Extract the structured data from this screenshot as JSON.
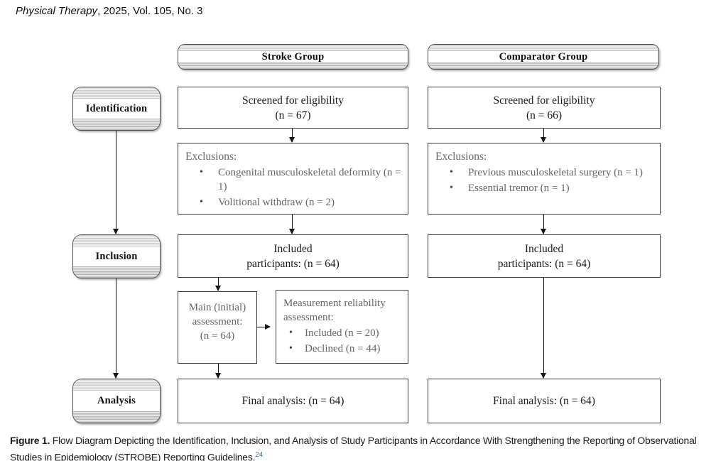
{
  "journal": {
    "title": "Physical Therapy",
    "rest": ", 2025, Vol. 105, No. 3"
  },
  "headers": {
    "stroke": "Stroke Group",
    "comparator": "Comparator Group"
  },
  "stages": [
    {
      "label": "Identification"
    },
    {
      "label": "Inclusion"
    },
    {
      "label": "Analysis"
    }
  ],
  "stroke": {
    "screened": {
      "l1": "Screened for eligibility",
      "l2": "(n = 67)"
    },
    "exclusions": {
      "title": "Exclusions:",
      "items": [
        "Congenital musculoskeletal deformity (n = 1)",
        "Volitional withdraw (n = 2)"
      ]
    },
    "included": {
      "l1": "Included",
      "l2": "participants: (n = 64)"
    },
    "main": {
      "l1": "Main (initial)",
      "l2": "assessment:",
      "l3": "(n = 64)"
    },
    "measurement": {
      "t1": "Measurement reliability",
      "t2": "assessment:",
      "items": [
        "Included (n = 20)",
        "Declined (n = 44)"
      ]
    },
    "final": "Final analysis: (n = 64)"
  },
  "comparator": {
    "screened": {
      "l1": "Screened for eligibility",
      "l2": "(n = 66)"
    },
    "exclusions": {
      "title": "Exclusions:",
      "items": [
        "Previous musculoskeletal surgery (n = 1)",
        "Essential tremor (n = 1)"
      ]
    },
    "included": {
      "l1": "Included",
      "l2": "participants: (n = 64)"
    },
    "final": "Final analysis: (n = 64)"
  },
  "caption": {
    "label": "Figure 1.",
    "text": " Flow Diagram Depicting the Identification, Inclusion, and Analysis of Study Participants in Accordance With Strengthening the Reporting of Observational Studies in Epidemiology (STROBE) Reporting Guidelines.",
    "ref": "24"
  },
  "bullet_glyph": "•",
  "colors": {
    "gray_text": "#666666",
    "box_border": "#3d3d3d",
    "reference_link": "#4d76a3"
  }
}
